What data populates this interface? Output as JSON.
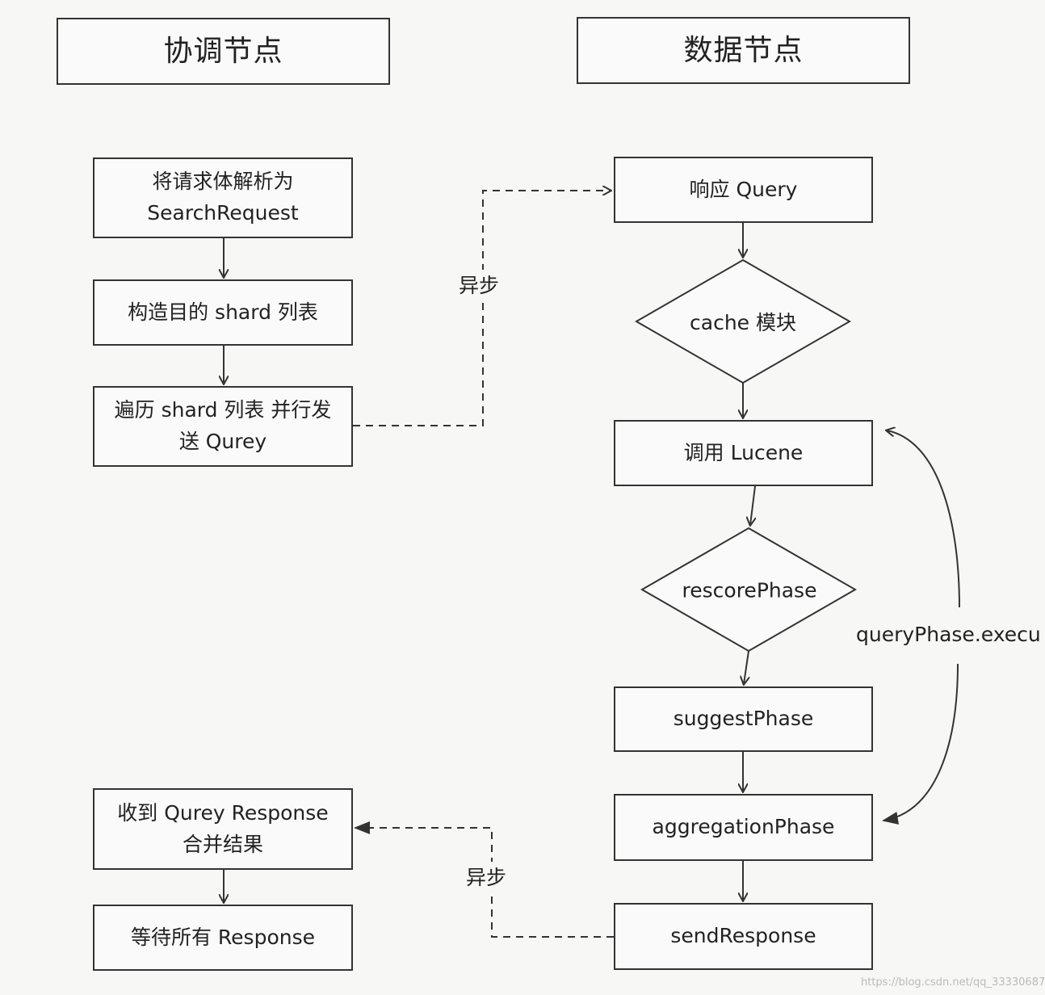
{
  "headers": {
    "coordinator": "协调节点",
    "data_node": "数据节点"
  },
  "coordinator_steps": {
    "parse": [
      "将请求体解析为",
      "SearchRequest"
    ],
    "build_shards": "构造目的 shard 列表",
    "send_query": [
      "遍历 shard 列表 并行发",
      "送 Qurey"
    ],
    "receive": [
      "收到 Qurey Response",
      "合并结果"
    ],
    "wait": "等待所有 Response"
  },
  "data_steps": {
    "respond": "响应 Query",
    "cache": "cache 模块",
    "lucene": "调用 Lucene",
    "rescore": "rescorePhase",
    "suggest": "suggestPhase",
    "aggregation": "aggregationPhase",
    "send": "sendResponse"
  },
  "edge_labels": {
    "async_top": "异步",
    "async_bottom": "异步",
    "loop": "queryPhase.execu"
  },
  "watermark": "https://blog.csdn.net/qq_33330687"
}
